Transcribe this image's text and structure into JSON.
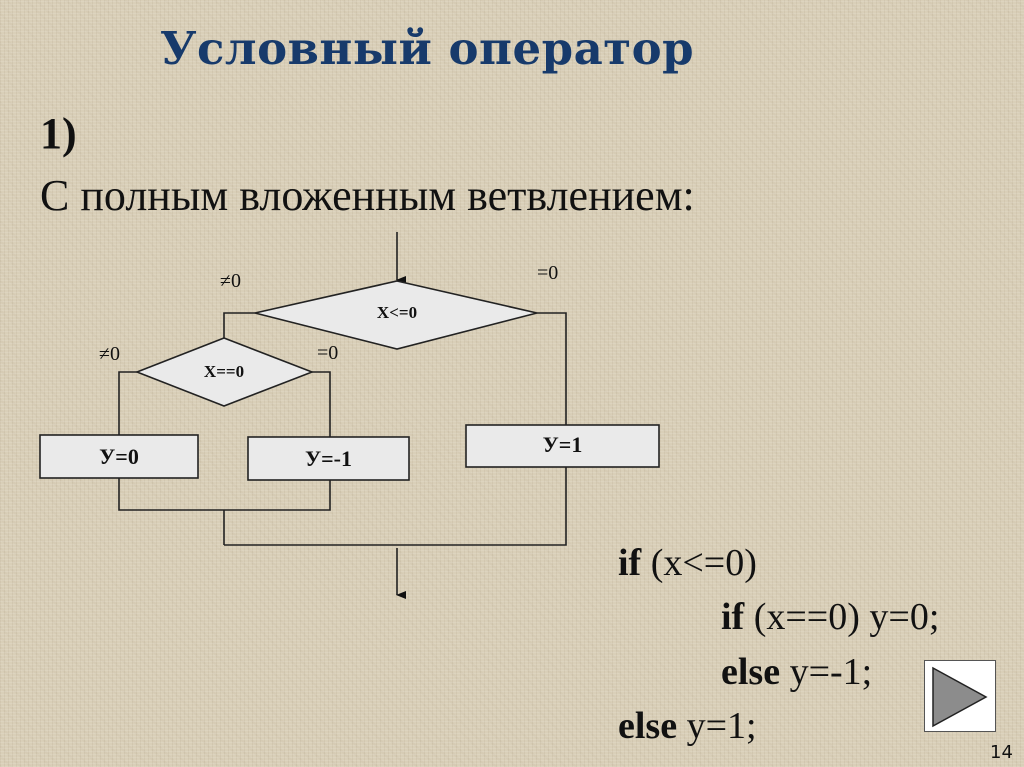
{
  "slide": {
    "title": "Условный оператор",
    "item_number": "1)",
    "subtitle": "С полным вложенным ветвлением:",
    "page_number": "14",
    "title_color": "#173a6b"
  },
  "diagram": {
    "condition_outer": "X<=0",
    "condition_inner": "X==0",
    "outer_left_label": "≠0",
    "outer_right_label": "=0",
    "inner_left_label": "≠0",
    "inner_right_label": "=0",
    "box_y0": "У=0",
    "box_y_minus1": "У=-1",
    "box_y1": "У=1"
  },
  "code": {
    "line1_kw": "if",
    "line1_rest": " (x<=0)",
    "line2_kw": "if",
    "line2_rest": " (x==0) y=0;",
    "line3_kw": "else",
    "line3_rest": " y=-1;",
    "line4_kw": "else",
    "line4_rest": " y=1;"
  },
  "navigation": {
    "next_icon": "play-triangle-icon"
  }
}
